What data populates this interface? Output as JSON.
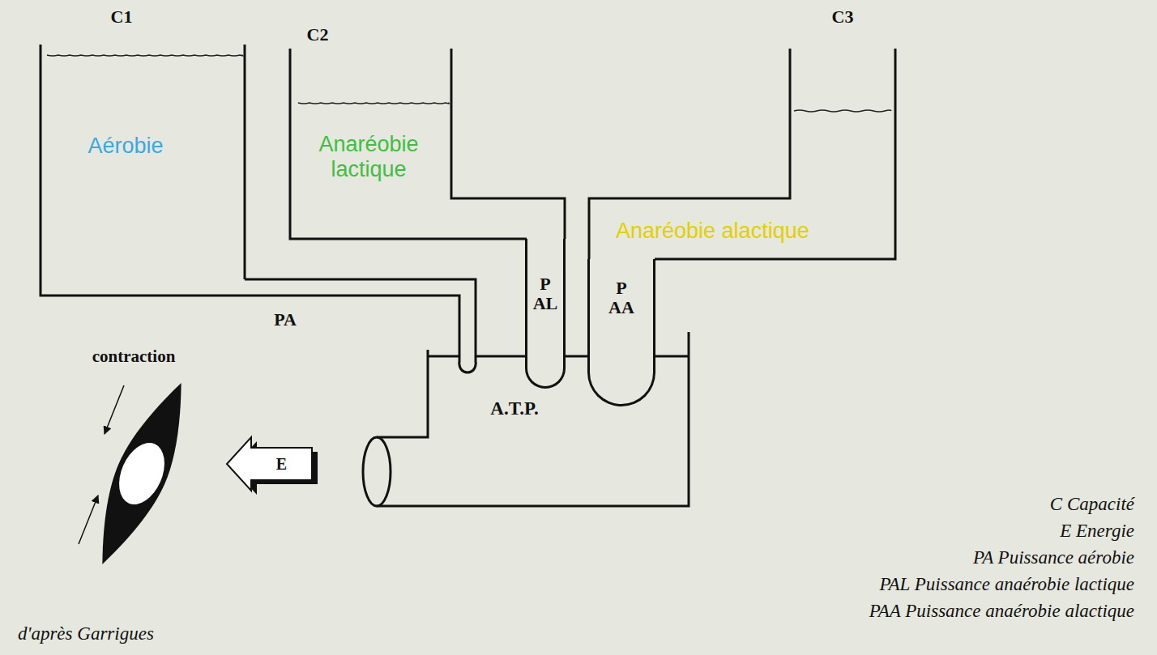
{
  "diagram": {
    "nodes": [
      {
        "text": [
          "C1",
          "Aérobie"
        ]
      },
      {
        "text": [
          "C2",
          "Anaréobie lactique"
        ]
      },
      {
        "text": [
          "C3",
          "Anaréobie alactique"
        ]
      },
      {
        "text": [
          "A.T.P."
        ]
      },
      {
        "text": [
          "contraction"
        ]
      }
    ],
    "edges": [
      {
        "from": 0,
        "to": 3,
        "arrow": "none",
        "label": "PA"
      },
      {
        "from": 1,
        "to": 3,
        "arrow": "none",
        "label": "P AL"
      },
      {
        "from": 2,
        "to": 3,
        "arrow": "none",
        "label": "P AA"
      },
      {
        "from": 3,
        "to": 4,
        "arrow": "to",
        "label": "E"
      }
    ],
    "labels": [
      "C Capacité",
      "E Energie",
      "PA Puissance aérobie",
      "PAL Puissance anaérobie lactique",
      "PAA Puissance anaérobie alactique",
      "d'après Garrigues"
    ]
  }
}
